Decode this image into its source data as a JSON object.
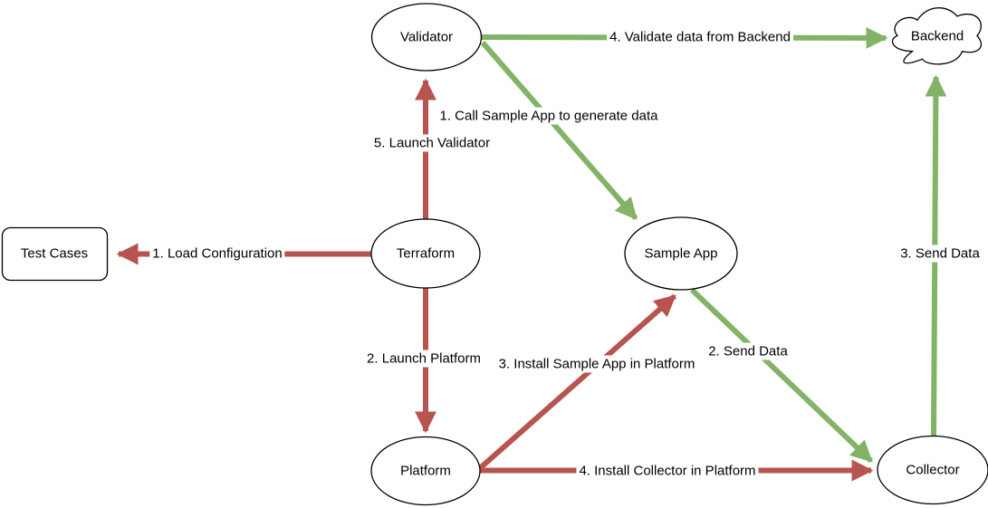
{
  "colors": {
    "red_edge": "#b85450",
    "green_edge": "#82b366",
    "node_stroke": "#000000",
    "node_fill": "#ffffff",
    "label_text": "#000000",
    "background": "#ffffff"
  },
  "nodes": {
    "validator": {
      "label": "Validator",
      "shape": "ellipse"
    },
    "backend": {
      "label": "Backend",
      "shape": "cloud"
    },
    "test_cases": {
      "label": "Test Cases",
      "shape": "rounded-rect"
    },
    "terraform": {
      "label": "Terraform",
      "shape": "ellipse"
    },
    "sample_app": {
      "label": "Sample App",
      "shape": "ellipse"
    },
    "platform": {
      "label": "Platform",
      "shape": "ellipse"
    },
    "collector": {
      "label": "Collector",
      "shape": "ellipse"
    }
  },
  "edges": {
    "load_configuration": {
      "label": "1. Load Configuration",
      "from": "Terraform",
      "to": "Test Cases",
      "color": "red"
    },
    "launch_validator": {
      "label": "5. Launch Validator",
      "from": "Terraform",
      "to": "Validator",
      "color": "red"
    },
    "launch_platform": {
      "label": "2. Launch Platform",
      "from": "Terraform",
      "to": "Platform",
      "color": "red"
    },
    "install_sample_app": {
      "label": "3. Install Sample App in Platform",
      "from": "Platform",
      "to": "Sample App",
      "color": "red"
    },
    "install_collector": {
      "label": "4. Install Collector in Platform",
      "from": "Platform",
      "to": "Collector",
      "color": "red"
    },
    "call_sample_app": {
      "label": "1. Call Sample App to generate data",
      "from": "Validator",
      "to": "Sample App",
      "color": "green"
    },
    "validate_data": {
      "label": "4. Validate data from Backend",
      "from": "Validator",
      "to": "Backend",
      "color": "green"
    },
    "send_data_collector": {
      "label": "2. Send Data",
      "from": "Sample App",
      "to": "Collector",
      "color": "green"
    },
    "send_data_backend": {
      "label": "3. Send Data",
      "from": "Collector",
      "to": "Backend",
      "color": "green"
    }
  }
}
